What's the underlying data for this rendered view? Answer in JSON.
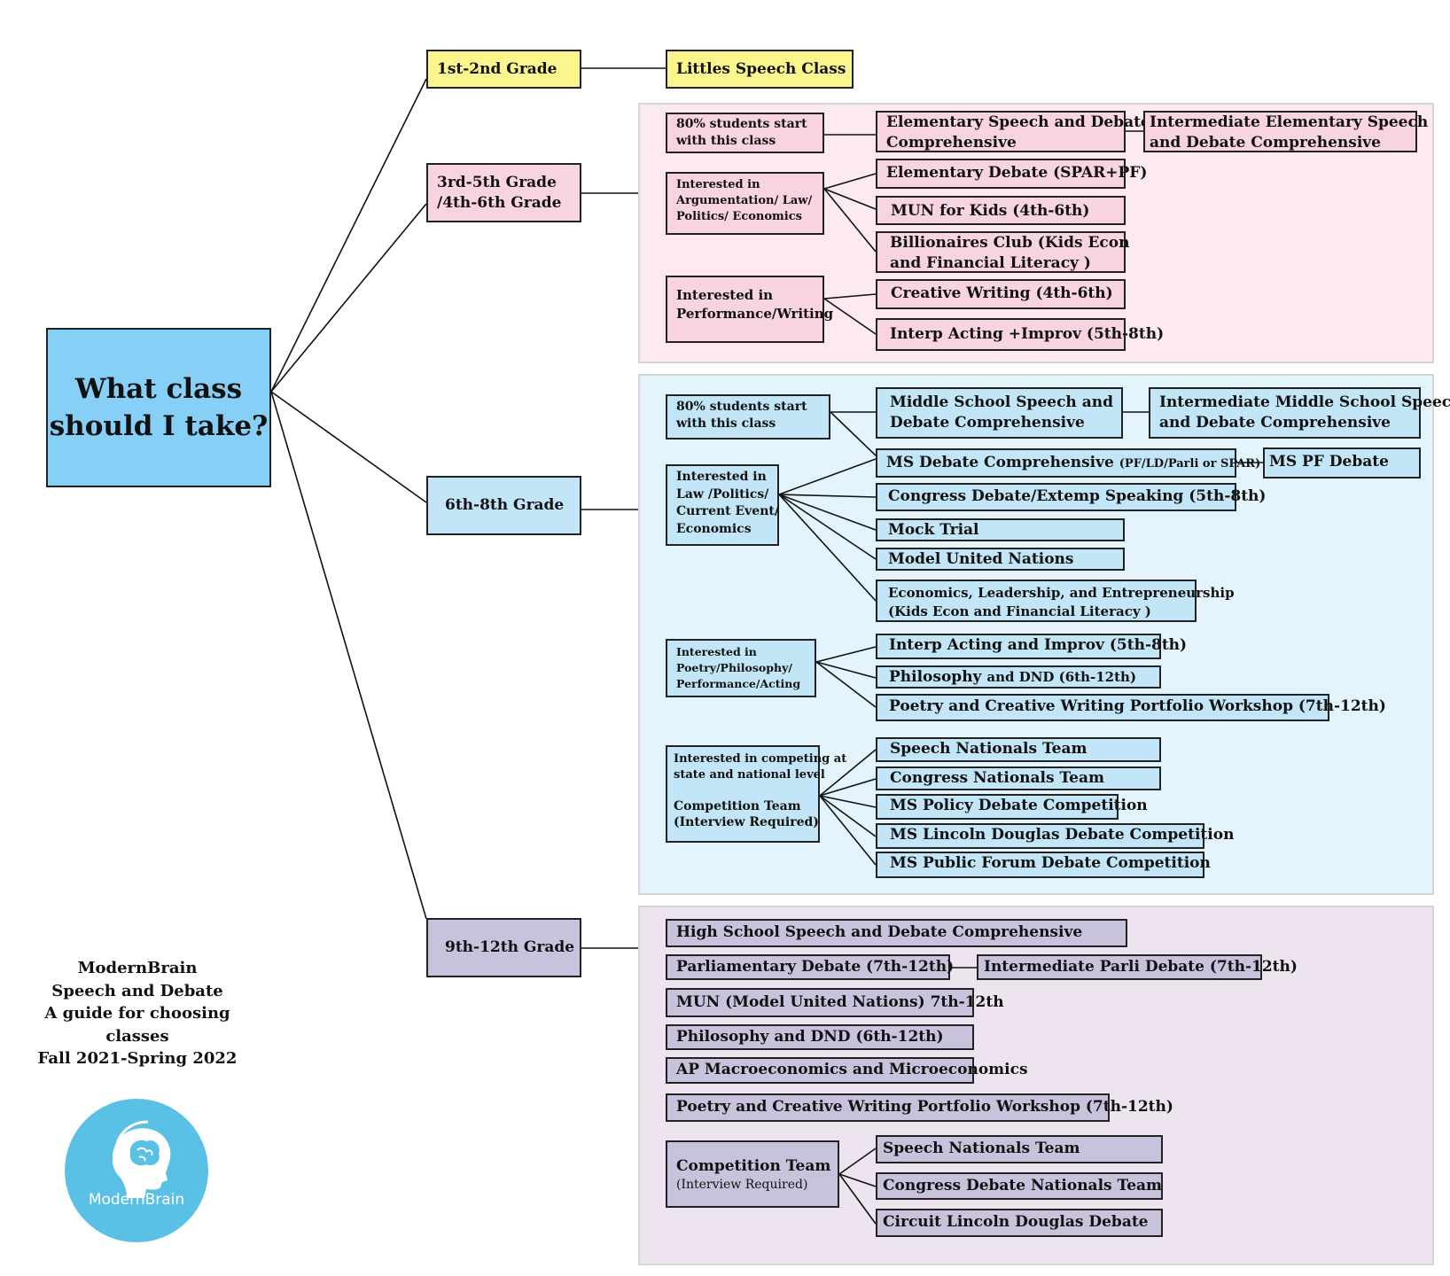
{
  "root": {
    "line1": "What class",
    "line2": "should I take?"
  },
  "grades": {
    "g1": "1st-2nd Grade",
    "g3_line1": "3rd-5th Grade",
    "g3_line2": "/4th-6th Grade",
    "g6": "6th-8th Grade",
    "g9": "9th-12th Grade"
  },
  "littles": "Littles Speech Class",
  "elem": {
    "start_line1": "80% students start",
    "start_line2": "with this class",
    "comp_line1": "Elementary Speech and Debate",
    "comp_line2": "Comprehensive",
    "inter_line1": "Intermediate Elementary Speech",
    "inter_line2": "and Debate Comprehensive",
    "arg_line1": "Interested in",
    "arg_line2": "Argumentation/ Law/",
    "arg_line3": "Politics/ Economics",
    "debate": "Elementary Debate (SPAR+PF)",
    "mun": "MUN for Kids (4th-6th)",
    "bill_line1": "Billionaires Club (Kids Econ",
    "bill_line2": "and Financial Literacy )",
    "perf_line1": "Interested in",
    "perf_line2": "Performance/Writing",
    "cw": "Creative Writing (4th-6th)",
    "interp": "Interp Acting +Improv (5th-8th)"
  },
  "ms": {
    "start_line1": "80% students start",
    "start_line2": "with this class",
    "comp_line1": "Middle School Speech and",
    "comp_line2": "Debate Comprehensive",
    "inter_line1": "Intermediate Middle School Speech",
    "inter_line2": "and Debate Comprehensive",
    "law_line1": "Interested in",
    "law_line2": "Law /Politics/",
    "law_line3": "Current Event/",
    "law_line4": "Economics",
    "debate_main": "MS Debate Comprehensive",
    "debate_small": "(PF/LD/Parli or SPAR)",
    "pf": "MS PF Debate",
    "congress": "Congress Debate/Extemp Speaking (5th-8th)",
    "mock": "Mock Trial",
    "mun": "Model United Nations",
    "econ_line1": "Economics, Leadership, and Entrepreneurship",
    "econ_line2": "(Kids Econ and Financial Literacy )",
    "poetry_line1": "Interested in",
    "poetry_line2": "Poetry/Philosophy/",
    "poetry_line3": "Performance/Acting",
    "interp": "Interp Acting and Improv (5th-8th)",
    "phil_main": "Philosophy",
    "phil_small": "and DND (6th-12th)",
    "pcw": "Poetry and Creative Writing Portfolio Workshop (7th-12th)",
    "comp_line_a": "Interested in competing at",
    "comp_line_b": "state and national level",
    "comp_line_c": "Competition Team",
    "comp_line_d": "(Interview Required)",
    "snt": "Speech Nationals Team",
    "cnt": "Congress Nationals Team",
    "policy": "MS Policy Debate Competition",
    "ld": "MS Lincoln Douglas Debate Competition",
    "pfc": "MS Public Forum Debate Competition"
  },
  "hs": {
    "comp": "High School Speech and Debate Comprehensive",
    "parli": "Parliamentary Debate (7th-12th)",
    "iparli": "Intermediate Parli Debate (7th-12th)",
    "mun": "MUN (Model United Nations) 7th-12th",
    "phil": "Philosophy and DND (6th-12th)",
    "ap": "AP Macroeconomics and Microeconomics",
    "pcw": "Poetry and Creative Writing Portfolio Workshop (7th-12th)",
    "team_line1": "Competition Team",
    "team_line2": "(Interview Required)",
    "snt": "Speech Nationals Team",
    "cnt": "Congress Debate Nationals Team",
    "cld": "Circuit Lincoln Douglas Debate"
  },
  "caption": {
    "line1": "ModernBrain",
    "line2": "Speech and Debate",
    "line3": "A guide for choosing",
    "line4": "classes",
    "line5": "Fall 2021-Spring 2022"
  },
  "logo_text": "ModernBrain",
  "colors": {
    "yellow": "#fbf58d",
    "pink": "#f8d3e0",
    "pink_panel": "#fdeaf0",
    "blue": "#c2e6f7",
    "blue_panel": "#e3f4fc",
    "purple": "#c9c2dc",
    "purple_panel": "#ede4f0",
    "root": "#86cff6",
    "logo": "#5bc0e6"
  }
}
